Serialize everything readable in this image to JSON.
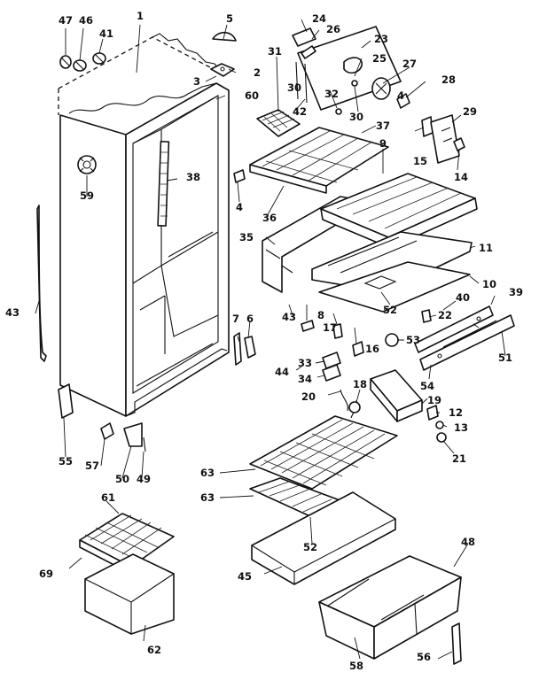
{
  "callouts": {
    "c1": "1",
    "c2": "2",
    "c3": "3",
    "c4a": "4",
    "c4b": "4",
    "c5": "5",
    "c6": "6",
    "c7": "7",
    "c8": "8",
    "c9": "9",
    "c10": "10",
    "c11": "11",
    "c12": "12",
    "c13": "13",
    "c14": "14",
    "c15": "15",
    "c16": "16",
    "c17": "17",
    "c18": "18",
    "c19": "19",
    "c20": "20",
    "c21": "21",
    "c22": "22",
    "c23": "23",
    "c24": "24",
    "c25": "25",
    "c26": "26",
    "c27": "27",
    "c28": "28",
    "c29": "29",
    "c30a": "30",
    "c30b": "30",
    "c31": "31",
    "c32": "32",
    "c33": "33",
    "c34": "34",
    "c35": "35",
    "c36": "36",
    "c37": "37",
    "c38": "38",
    "c39": "39",
    "c40": "40",
    "c41": "41",
    "c42": "42",
    "c43a": "43",
    "c43b": "43",
    "c44": "44",
    "c45": "45",
    "c46": "46",
    "c47": "47",
    "c48": "48",
    "c49": "49",
    "c50": "50",
    "c51": "51",
    "c52a": "52",
    "c52b": "52",
    "c53": "53",
    "c54": "54",
    "c55": "55",
    "c56": "56",
    "c57": "57",
    "c58": "58",
    "c59": "59",
    "c60": "60",
    "c61": "61",
    "c62": "62",
    "c63a": "63",
    "c63b": "63",
    "c69": "69"
  }
}
